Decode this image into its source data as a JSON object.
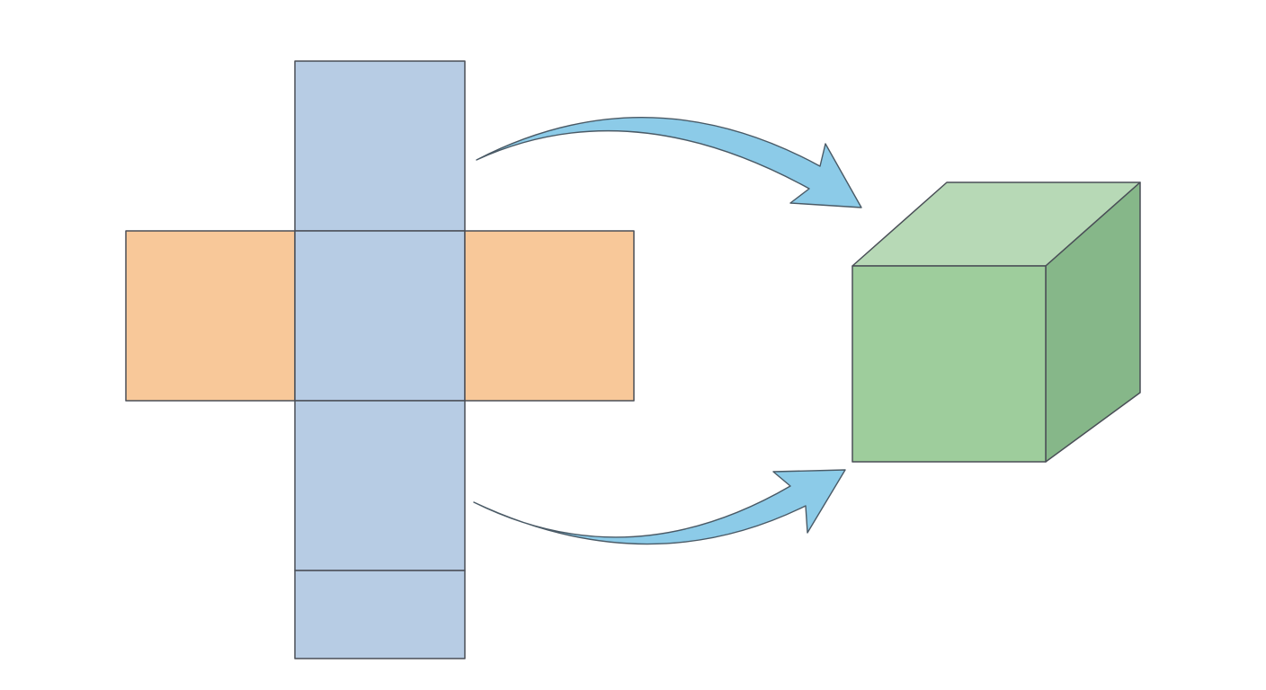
{
  "colors": {
    "background": "#ffffff",
    "net_column": "#b7cce4",
    "net_side_flaps": "#f8c899",
    "arrow": "#8ccbe8",
    "cube_front": "#9ecd9c",
    "cube_top": "#b7d9b6",
    "cube_side": "#86b789",
    "outline": "#4a4f57"
  },
  "net": {
    "faces": [
      {
        "name": "net-face-top",
        "color_key": "net_column"
      },
      {
        "name": "net-face-left",
        "color_key": "net_side_flaps"
      },
      {
        "name": "net-face-center",
        "color_key": "net_column"
      },
      {
        "name": "net-face-right",
        "color_key": "net_side_flaps"
      },
      {
        "name": "net-face-lower",
        "color_key": "net_column"
      },
      {
        "name": "net-face-bottom-tab",
        "color_key": "net_column"
      }
    ]
  },
  "arrows": [
    {
      "name": "fold-arrow-upper",
      "color_key": "arrow"
    },
    {
      "name": "fold-arrow-lower",
      "color_key": "arrow"
    }
  ],
  "cube": {
    "faces": [
      {
        "name": "cube-front-face",
        "color_key": "cube_front"
      },
      {
        "name": "cube-top-face",
        "color_key": "cube_top"
      },
      {
        "name": "cube-side-face",
        "color_key": "cube_side"
      }
    ]
  }
}
